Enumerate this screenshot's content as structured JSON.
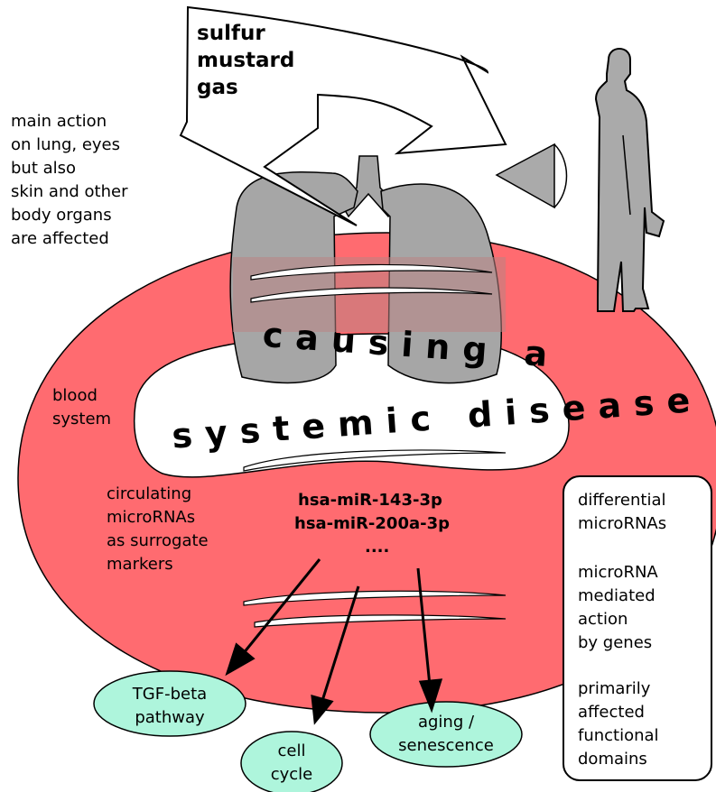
{
  "title_lines": [
    "sulfur",
    "mustard",
    "gas"
  ],
  "left_note_lines": [
    "main action",
    "on lung, eyes",
    "but also",
    "skin and other",
    "body organs",
    "are affected"
  ],
  "blood_system_lines": [
    "blood",
    "system"
  ],
  "causing_text": "causing a",
  "systemic_text": "systemic disease",
  "circulating_lines": [
    "circulating",
    "microRNAs",
    "as surrogate",
    "markers"
  ],
  "mirna_lines": [
    "hsa-miR-143-3p",
    "hsa-miR-200a-3p",
    "...."
  ],
  "right_box_lines": {
    "group1": [
      "differential",
      "microRNAs"
    ],
    "group2": [
      "microRNA",
      "mediated",
      "action",
      "by genes"
    ],
    "group3": [
      "primarily",
      "affected",
      "functional",
      "domains"
    ]
  },
  "pathways": {
    "tgf": [
      "TGF-beta",
      "pathway"
    ],
    "cell": [
      "cell",
      "cycle"
    ],
    "aging": [
      "aging /",
      "senescence"
    ]
  },
  "colors": {
    "blood": "#ff6b70",
    "lung": "#a6a6a6",
    "lung_overlay": "#b98383",
    "person": "#aaaaaa",
    "pathway_fill": "#aef5dc"
  }
}
